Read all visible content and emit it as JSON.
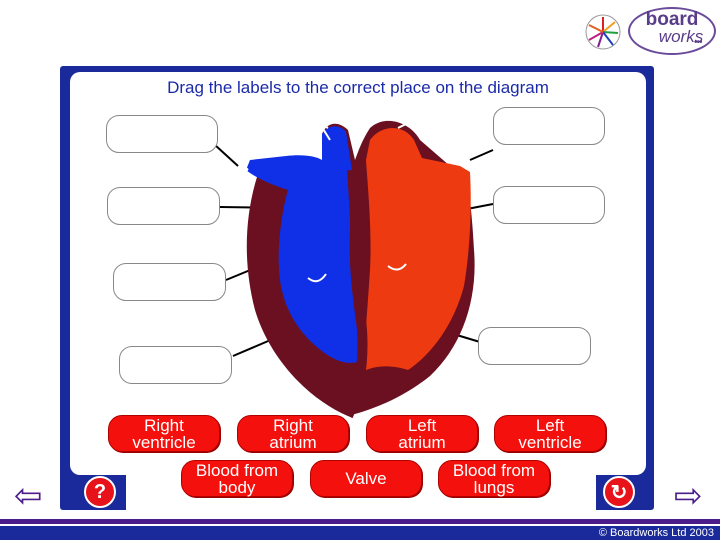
{
  "logo": {
    "word1": "board",
    "word2": "works",
    "dots": "•••"
  },
  "instruction": "Drag the labels to the correct place on the diagram",
  "labels": [
    {
      "text": "Right\nventricle"
    },
    {
      "text": "Right\natrium"
    },
    {
      "text": "Left\natrium"
    },
    {
      "text": "Left\nventricle"
    },
    {
      "text": "Blood from\nbody"
    },
    {
      "text": "Valve"
    },
    {
      "text": "Blood from\nlungs"
    }
  ],
  "drop_targets_count": 7,
  "buttons": {
    "help": "?",
    "reset": "↻"
  },
  "nav": {
    "back": "⇦",
    "forward": "⇨"
  },
  "colors": {
    "frame": "#1a2a9a",
    "label_fill": "#f4100c",
    "heart_wall": "#6b1020",
    "right_side": "#1030e8",
    "left_side": "#ee3a10"
  },
  "footer": {
    "copyright": "© Boardworks Ltd 2003"
  }
}
